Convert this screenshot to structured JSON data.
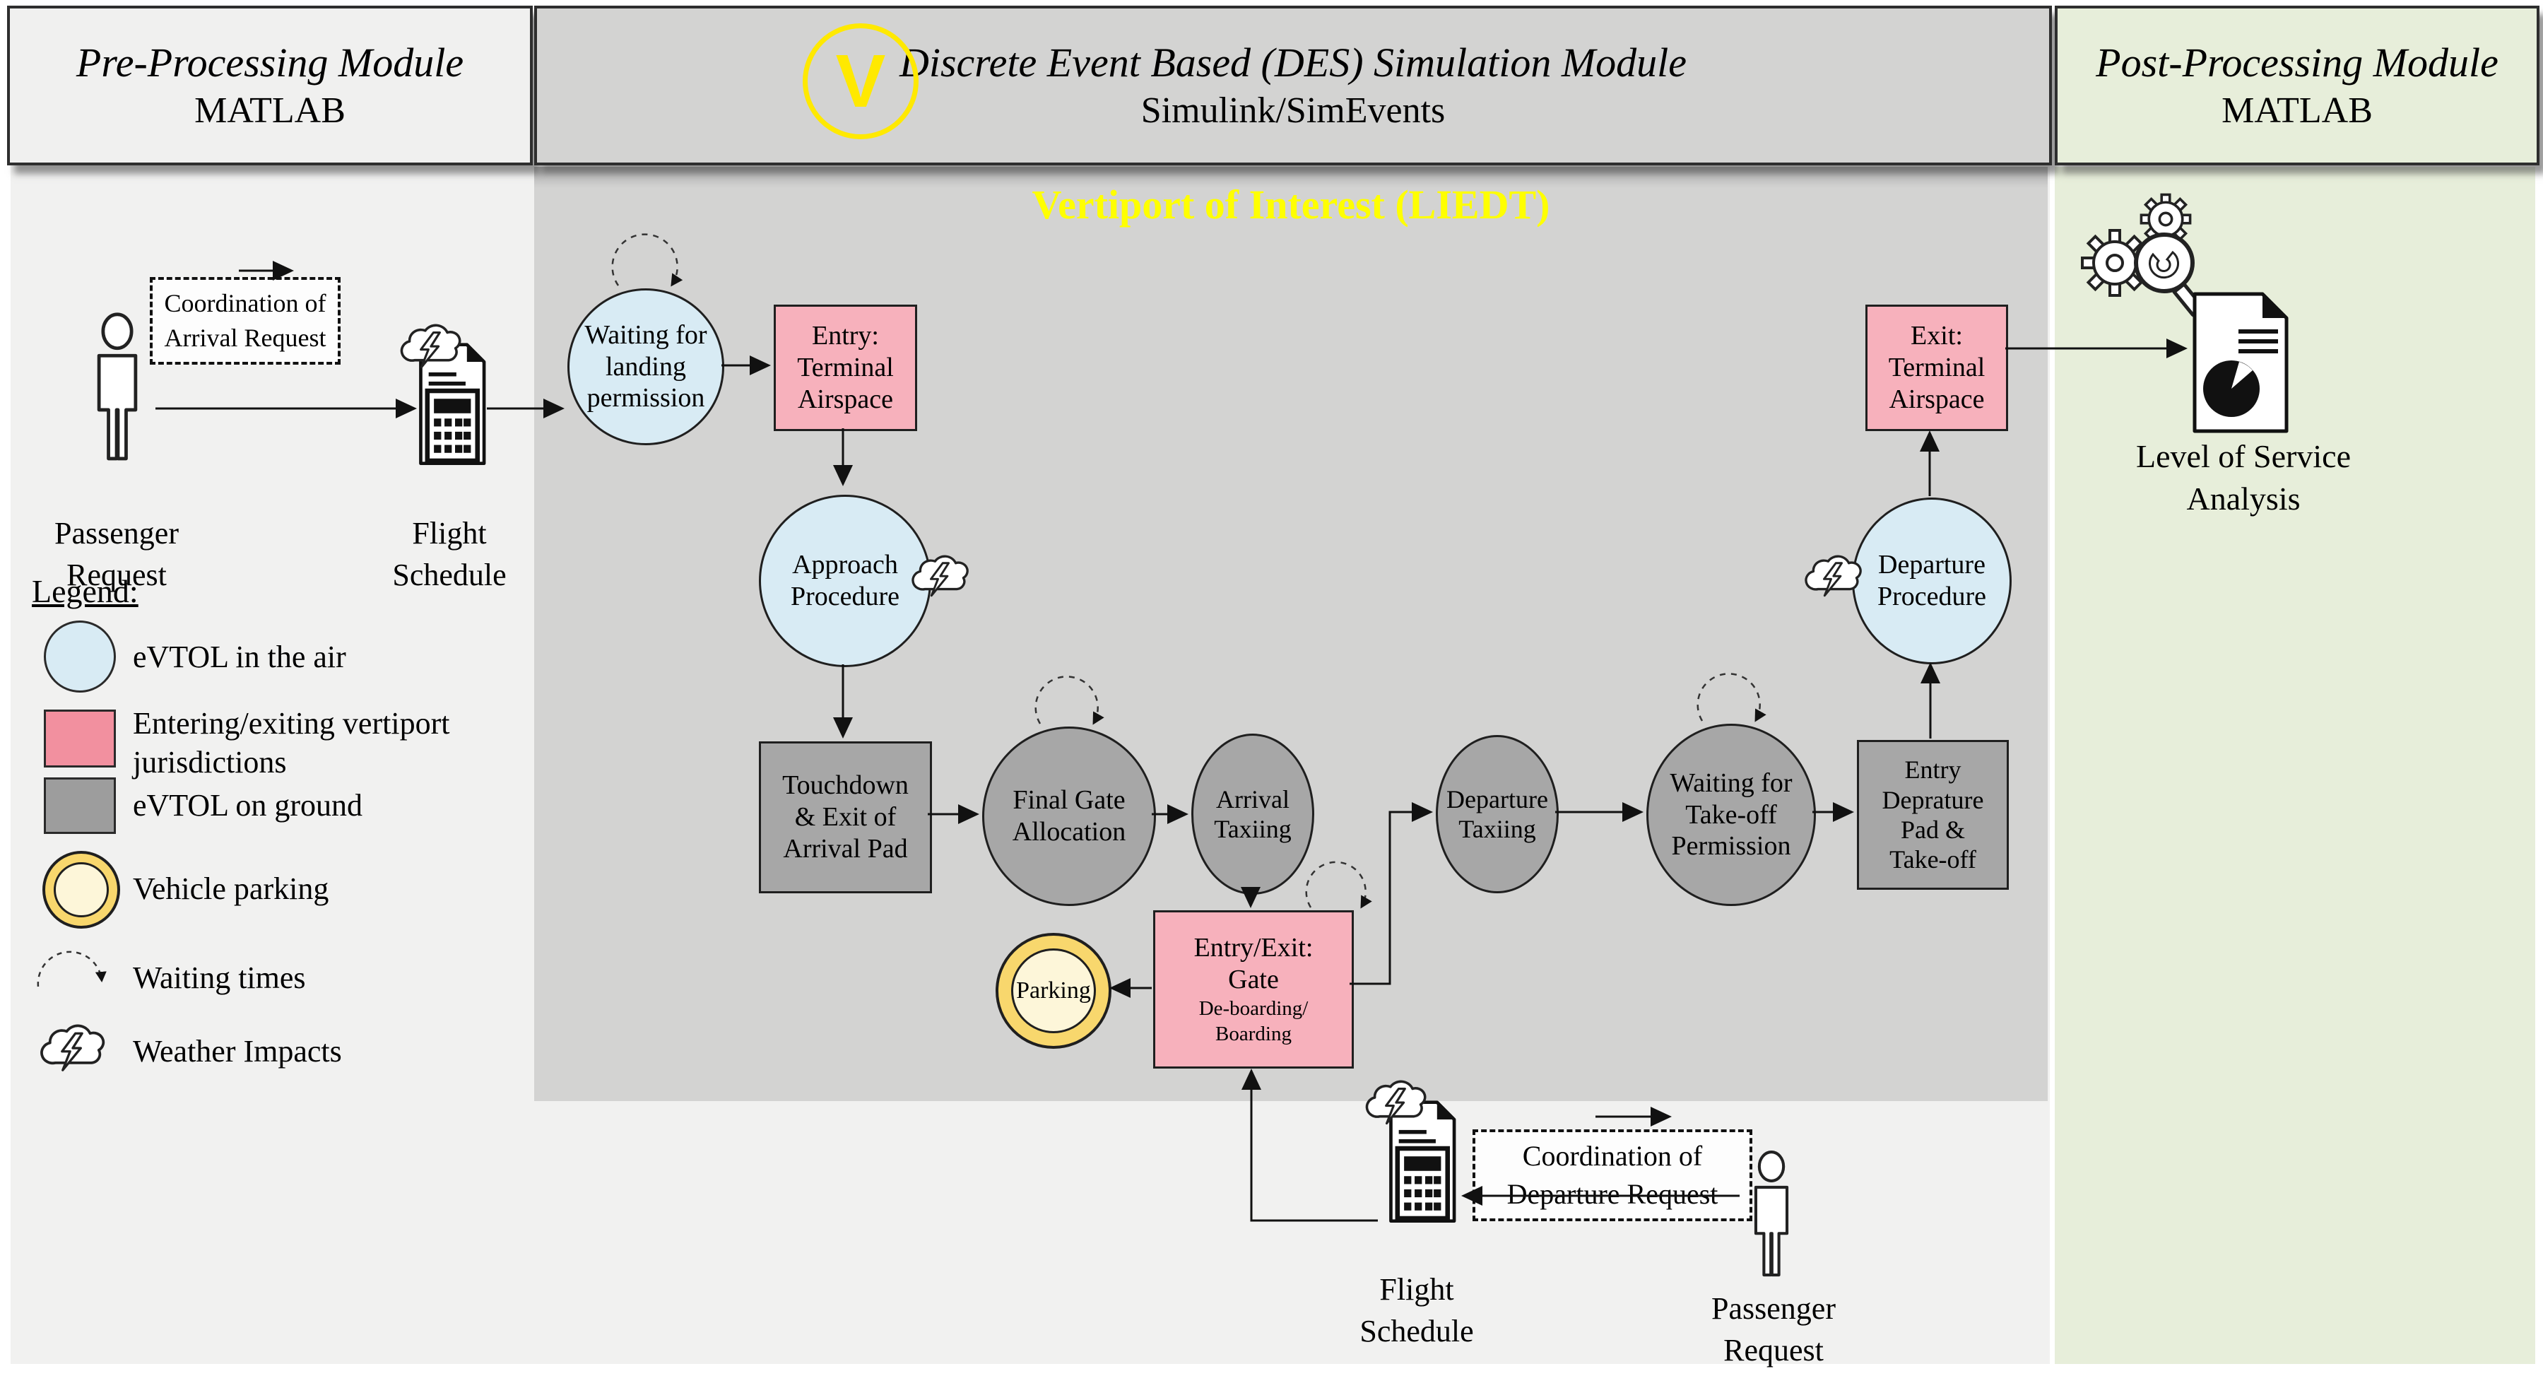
{
  "header": {
    "pre": {
      "title": "Pre-Processing Module",
      "subtitle": "MATLAB"
    },
    "des": {
      "title": "Discrete Event Based (DES) Simulation Module",
      "subtitle": "Simulink/SimEvents",
      "logo_letter": "V"
    },
    "post": {
      "title": "Post-Processing Module",
      "subtitle": "MATLAB"
    }
  },
  "vertiport_title": "Vertiport of Interest (LIEDT)",
  "nodes": {
    "waiting_landing": [
      "Waiting for",
      "landing",
      "permission"
    ],
    "entry_terminal": [
      "Entry:",
      "Terminal",
      "Airspace"
    ],
    "approach": [
      "Approach",
      "Procedure"
    ],
    "touchdown": [
      "Touchdown",
      "& Exit of",
      "Arrival Pad"
    ],
    "final_gate": [
      "Final Gate",
      "Allocation"
    ],
    "arrival_taxiing": [
      "Arrival",
      "Taxiing"
    ],
    "entry_exit_gate_main": [
      "Entry/Exit:",
      "Gate"
    ],
    "entry_exit_gate_sub": [
      "De-boarding/",
      "Boarding"
    ],
    "parking": "Parking",
    "departure_taxiing": [
      "Departure",
      "Taxiing"
    ],
    "waiting_takeoff": [
      "Waiting for",
      "Take-off",
      "Permission"
    ],
    "entry_departure_pad": [
      "Entry",
      "Deprature",
      "Pad &",
      "Take-off"
    ],
    "departure_procedure": [
      "Departure",
      "Procedure"
    ],
    "exit_terminal": [
      "Exit:",
      "Terminal",
      "Airspace"
    ]
  },
  "external": {
    "passenger_top": [
      "Passenger",
      "Request"
    ],
    "flight_schedule_top": [
      "Flight",
      "Schedule"
    ],
    "coordination_arrival": [
      "Coordination of",
      "Arrival Request"
    ],
    "passenger_bottom": [
      "Passenger",
      "Request"
    ],
    "flight_schedule_bottom": [
      "Flight",
      "Schedule"
    ],
    "coordination_departure": [
      "Coordination of",
      "Departure Request"
    ],
    "level_of_service": [
      "Level of Service",
      "Analysis"
    ]
  },
  "legend": {
    "title": "Legend:",
    "items": [
      {
        "swatch": "evtol-air-circle",
        "label": [
          "eVTOL in the air"
        ]
      },
      {
        "swatch": "jurisdiction-rect",
        "label": [
          "Entering/exiting vertiport",
          "jurisdictions"
        ]
      },
      {
        "swatch": "evtol-ground-rect",
        "label": [
          "eVTOL on ground"
        ]
      },
      {
        "swatch": "vehicle-parking-circle",
        "label": [
          "Vehicle parking"
        ]
      },
      {
        "swatch": "waiting-times-arc",
        "label": [
          "Waiting times"
        ]
      },
      {
        "swatch": "weather-cloud",
        "label": [
          "Weather Impacts"
        ]
      }
    ]
  },
  "icons": {
    "person": "person-icon",
    "flight_schedule": "calculator-schedule-icon",
    "weather": "cloud-lightning-icon",
    "gears_magnifier": "gears-magnifier-icon",
    "report": "report-pie-document-icon",
    "waiting_loop": "dashed-self-loop-arrow"
  },
  "colors": {
    "evtol_air_blue": "#d8ebf4",
    "jurisdiction_pink": "#f2909f",
    "ground_gray": "#a7a7a7",
    "parking_outer": "#f8d76d",
    "parking_inner": "#fdf6d9",
    "title_yellow": "#ffff00",
    "logo_yellow": "#ffe900",
    "des_panel_gray": "#d3d3d2",
    "left_bg_gray": "#f1f1f0",
    "post_green": "#e7eeda"
  }
}
